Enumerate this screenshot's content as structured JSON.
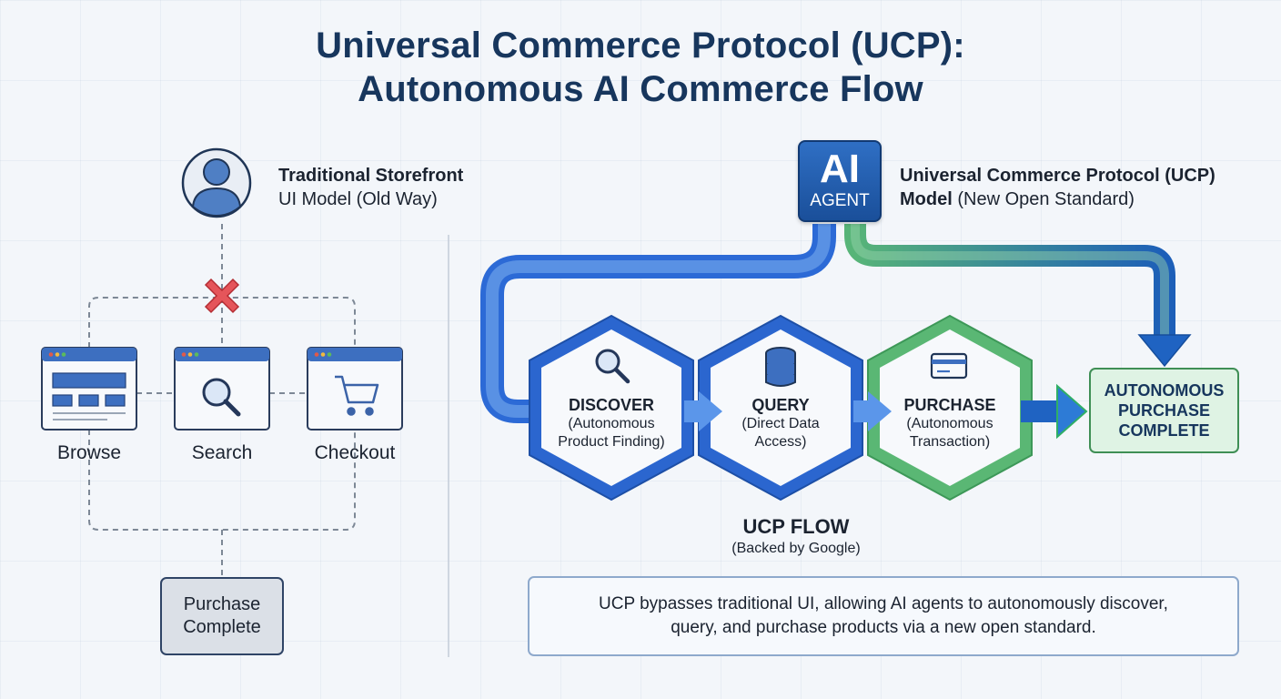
{
  "title": {
    "line1": "Universal Commerce Protocol (UCP):",
    "line2": "Autonomous AI Commerce Flow"
  },
  "left": {
    "header_bold": "Traditional Storefront",
    "header_regular": "UI Model (Old Way)",
    "windows": [
      {
        "label": "Browse",
        "icon": "layout-icon"
      },
      {
        "label": "Search",
        "icon": "magnifier-icon"
      },
      {
        "label": "Checkout",
        "icon": "cart-icon"
      }
    ],
    "result_line1": "Purchase",
    "result_line2": "Complete",
    "blocked_icon": "red-x-icon",
    "user_icon": "user-icon"
  },
  "right": {
    "header_bold1": "Universal Commerce Protocol (UCP)",
    "header_bold2": "Model",
    "header_regular2": "(New Open Standard)",
    "agent": {
      "line1": "AI",
      "line2": "AGENT"
    },
    "steps": [
      {
        "title": "DISCOVER",
        "desc1": "(Autonomous",
        "desc2": "Product Finding)",
        "icon": "magnifier-icon"
      },
      {
        "title": "QUERY",
        "desc1": "(Direct Data",
        "desc2": "Access)",
        "icon": "database-icon"
      },
      {
        "title": "PURCHASE",
        "desc1": "(Autonomous",
        "desc2": "Transaction)",
        "icon": "credit-card-icon"
      }
    ],
    "final": {
      "line1": "AUTONOMOUS",
      "line2": "PURCHASE",
      "line3": "COMPLETE"
    },
    "flow_title": "UCP FLOW",
    "flow_sub": "(Backed by Google)",
    "note_line1": "UCP bypasses traditional UI, allowing AI agents to autonomously discover,",
    "note_line2": "query, and purchase products via a new open standard."
  },
  "colors": {
    "navy": "#17365d",
    "blue": "#2f6fd6",
    "green": "#4fae6a",
    "red": "#e0454a"
  }
}
